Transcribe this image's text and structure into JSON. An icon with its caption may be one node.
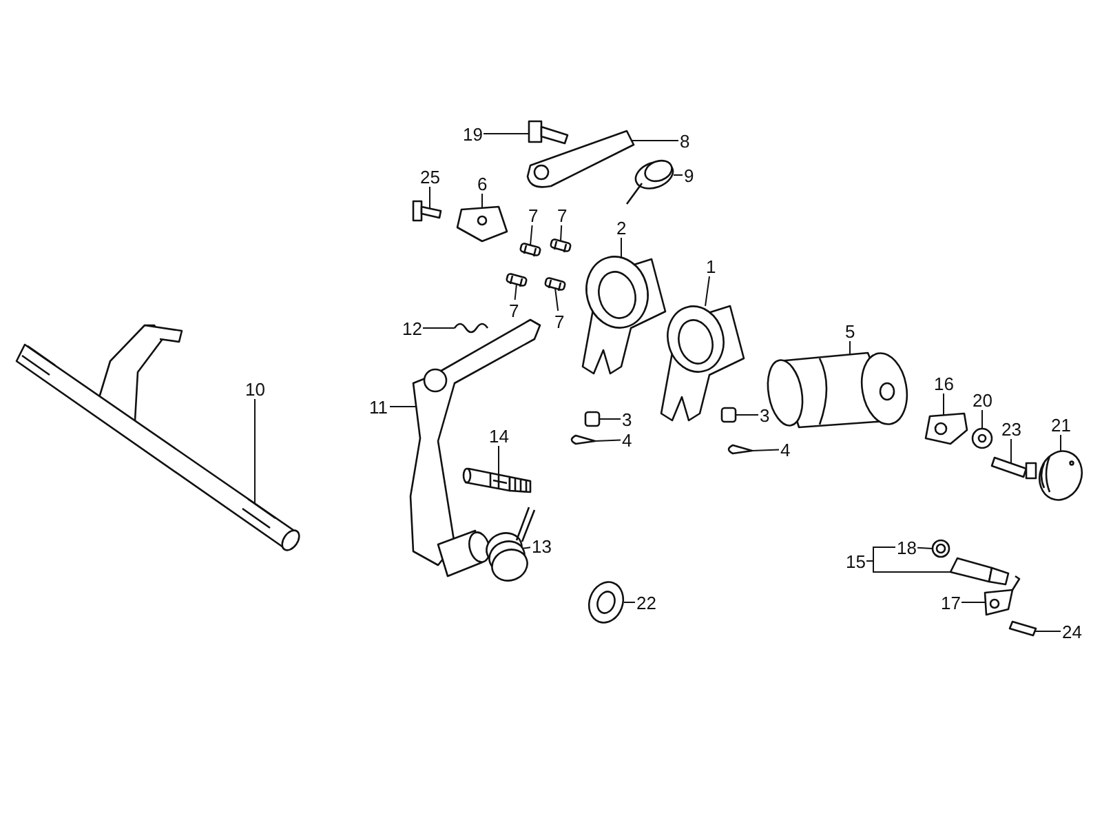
{
  "diagram": {
    "nodes": [
      {
        "text": [
          "19"
        ]
      },
      {
        "text": [
          "8"
        ]
      },
      {
        "text": [
          "9"
        ]
      },
      {
        "text": [
          "25"
        ]
      },
      {
        "text": [
          "6"
        ]
      },
      {
        "text": [
          "7"
        ]
      },
      {
        "text": [
          "7"
        ]
      },
      {
        "text": [
          "2"
        ]
      },
      {
        "text": [
          "1"
        ]
      },
      {
        "text": [
          "7"
        ]
      },
      {
        "text": [
          "7"
        ]
      },
      {
        "text": [
          "12"
        ]
      },
      {
        "text": [
          "5"
        ]
      },
      {
        "text": [
          "10"
        ]
      },
      {
        "text": [
          "16"
        ]
      },
      {
        "text": [
          "11"
        ]
      },
      {
        "text": [
          "20"
        ]
      },
      {
        "text": [
          "3"
        ]
      },
      {
        "text": [
          "3"
        ]
      },
      {
        "text": [
          "21"
        ]
      },
      {
        "text": [
          "23"
        ]
      },
      {
        "text": [
          "14"
        ]
      },
      {
        "text": [
          "4"
        ]
      },
      {
        "text": [
          "4"
        ]
      },
      {
        "text": [
          "13"
        ]
      },
      {
        "text": [
          "18"
        ]
      },
      {
        "text": [
          "15"
        ]
      },
      {
        "text": [
          "22"
        ]
      },
      {
        "text": [
          "17"
        ]
      },
      {
        "text": [
          "24"
        ]
      },
      {
        "text": [],
        "shape": "picture"
      },
      {
        "text": [],
        "shape": "picture"
      },
      {
        "text": [],
        "shape": "picture"
      },
      {
        "text": [],
        "shape": "picture"
      },
      {
        "text": [],
        "shape": "picture"
      },
      {
        "text": [],
        "shape": "picture"
      },
      {
        "text": [],
        "shape": "picture"
      },
      {
        "text": [],
        "shape": "picture"
      },
      {
        "text": [],
        "shape": "picture"
      },
      {
        "text": [],
        "shape": "picture"
      },
      {
        "text": [],
        "shape": "picture"
      },
      {
        "text": [],
        "shape": "picture"
      },
      {
        "text": [],
        "shape": "picture"
      },
      {
        "text": [],
        "shape": "picture"
      },
      {
        "text": [],
        "shape": "picture"
      },
      {
        "text": [],
        "shape": "picture"
      },
      {
        "text": [],
        "shape": "picture"
      },
      {
        "text": [],
        "shape": "picture"
      },
      {
        "text": [],
        "shape": "picture"
      },
      {
        "text": [],
        "shape": "picture"
      },
      {
        "text": [],
        "shape": "picture"
      },
      {
        "text": [],
        "shape": "picture"
      },
      {
        "text": [],
        "shape": "picture"
      },
      {
        "text": [],
        "shape": "picture"
      },
      {
        "text": [],
        "shape": "picture"
      },
      {
        "text": [],
        "shape": "picture"
      },
      {
        "text": [],
        "shape": "picture"
      },
      {
        "text": [],
        "shape": "picture"
      },
      {
        "text": [],
        "shape": "picture"
      },
      {
        "text": [],
        "shape": "picture"
      }
    ],
    "edges": [
      {
        "from": 0,
        "to": 30,
        "arrow": "none"
      },
      {
        "from": 1,
        "to": 31,
        "arrow": "none"
      },
      {
        "from": 2,
        "to": 32,
        "arrow": "none"
      },
      {
        "from": 3,
        "to": 33,
        "arrow": "none"
      },
      {
        "from": 4,
        "to": 34,
        "arrow": "none"
      },
      {
        "from": 5,
        "to": 35,
        "arrow": "none"
      },
      {
        "from": 6,
        "to": 36,
        "arrow": "none"
      },
      {
        "from": 7,
        "to": 37,
        "arrow": "none"
      },
      {
        "from": 8,
        "to": 38,
        "arrow": "none"
      },
      {
        "from": 9,
        "to": 39,
        "arrow": "none"
      },
      {
        "from": 10,
        "to": 40,
        "arrow": "none"
      },
      {
        "from": 11,
        "to": 41,
        "arrow": "none"
      },
      {
        "from": 12,
        "to": 42,
        "arrow": "none"
      },
      {
        "from": 13,
        "to": 43,
        "arrow": "none"
      },
      {
        "from": 14,
        "to": 44,
        "arrow": "none"
      },
      {
        "from": 15,
        "to": 45,
        "arrow": "none"
      },
      {
        "from": 16,
        "to": 46,
        "arrow": "none"
      },
      {
        "from": 17,
        "to": 47,
        "arrow": "none"
      },
      {
        "from": 18,
        "to": 48,
        "arrow": "none"
      },
      {
        "from": 19,
        "to": 49,
        "arrow": "none"
      },
      {
        "from": 20,
        "to": 50,
        "arrow": "none"
      },
      {
        "from": 21,
        "to": 51,
        "arrow": "none"
      },
      {
        "from": 22,
        "to": 52,
        "arrow": "none"
      },
      {
        "from": 23,
        "to": 53,
        "arrow": "none"
      },
      {
        "from": 24,
        "to": 54,
        "arrow": "none"
      },
      {
        "from": 25,
        "to": 55,
        "arrow": "none"
      },
      {
        "from": 26,
        "to": 56,
        "arrow": "none"
      },
      {
        "from": 27,
        "to": 57,
        "arrow": "none"
      },
      {
        "from": 28,
        "to": 58,
        "arrow": "none"
      },
      {
        "from": 29,
        "to": 59,
        "arrow": "none"
      },
      {
        "from": 26,
        "to": 25,
        "arrow": "none"
      }
    ]
  }
}
